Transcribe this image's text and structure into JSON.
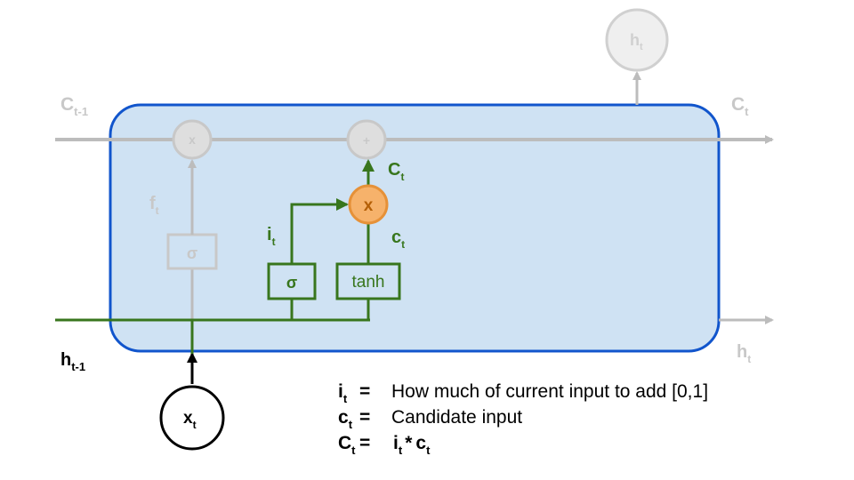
{
  "diagram": {
    "cell_state_in": {
      "main": "C",
      "sub": "t-1"
    },
    "cell_state_out": {
      "main": "C",
      "sub": "t"
    },
    "hidden_in": {
      "main": "h",
      "sub": "t-1"
    },
    "hidden_out_right": {
      "main": "h",
      "sub": "t"
    },
    "hidden_out_top": {
      "main": "h",
      "sub": "t"
    },
    "input": {
      "main": "x",
      "sub": "t"
    },
    "forget_label": {
      "main": "f",
      "sub": "t"
    },
    "input_gate_label": {
      "main": "i",
      "sub": "t"
    },
    "candidate_product_label": {
      "main": "C",
      "sub": "t"
    },
    "candidate_label": {
      "main": "c",
      "sub": "t"
    },
    "forget_sigma": "σ",
    "input_sigma": "σ",
    "tanh": "tanh",
    "forget_multiply": "x",
    "input_multiply": "x",
    "add": "+"
  },
  "legend": [
    {
      "sym_main": "i",
      "sym_sub": "t",
      "eq": "=",
      "desc": "How much of current input to add [0,1]"
    },
    {
      "sym_main": "c",
      "sym_sub": "t",
      "eq": "=",
      "desc": "Candidate input"
    },
    {
      "sym_main": "C",
      "sym_sub": "t",
      "eq": "=",
      "desc_a_main": "i",
      "desc_a_sub": "t",
      "desc_op": "*",
      "desc_b_main": "c",
      "desc_b_sub": "t"
    }
  ],
  "colors": {
    "cell_fill": "#cfe2f3",
    "cell_border": "#1155cc",
    "faded": "#cccccc",
    "green": "#38761d",
    "orange_fill": "#f6b26b",
    "orange_border": "#e69138",
    "black": "#000000"
  }
}
